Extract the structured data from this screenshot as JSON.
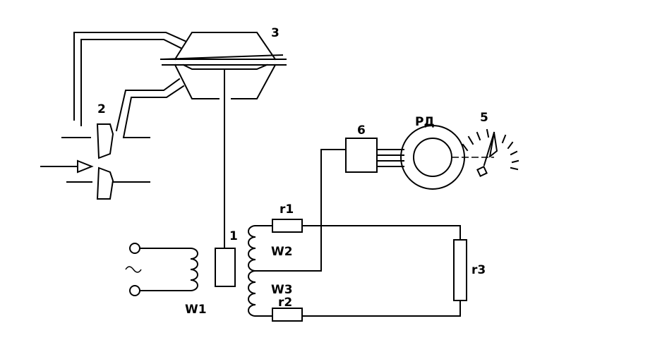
{
  "labels": {
    "sensor": "1",
    "valve": "2",
    "chamber": "3",
    "pointer": "5",
    "converter": "6",
    "meter": "РД",
    "winding_w1": "W1",
    "winding_w2": "W2",
    "winding_w3": "W3",
    "resistor_r1": "r1",
    "resistor_r2": "r2",
    "resistor_r3": "r3",
    "ac_symbol": "~"
  }
}
